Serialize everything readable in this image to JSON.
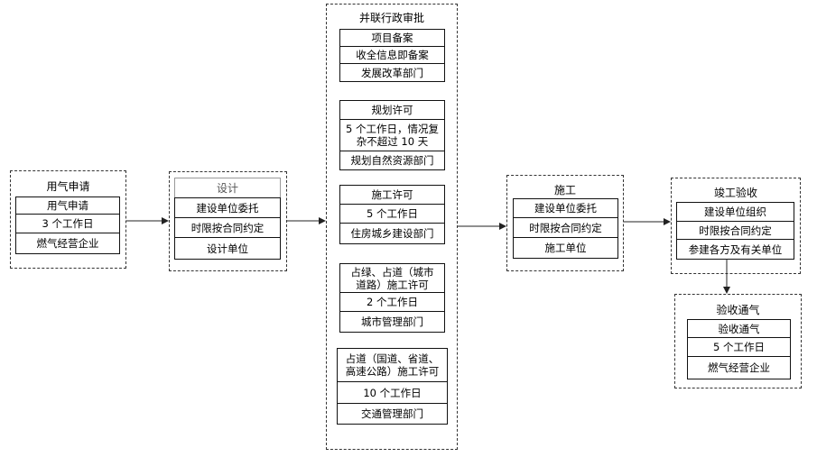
{
  "stages": {
    "apply": {
      "title": "用气申请",
      "rows": [
        "用气申请",
        "3 个工作日",
        "燃气经营企业"
      ]
    },
    "design": {
      "title": "设计",
      "rows": [
        "建设单位委托",
        "时限按合同约定",
        "设计单位"
      ]
    },
    "parallel": {
      "title": "并联行政审批",
      "filing": {
        "rows": [
          "项目备案",
          "收全信息即备案",
          "发展改革部门"
        ]
      },
      "planning": {
        "rows": [
          "规划许可",
          "5 个工作日，情况复\n杂不超过 10 天",
          "规划自然资源部门"
        ]
      },
      "construction_permit": {
        "rows": [
          "施工许可",
          "5 个工作日",
          "住房城乡建设部门"
        ]
      },
      "green_road": {
        "rows": [
          "占绿、占道（城市\n道路）施工许可",
          "2 个工作日",
          "城市管理部门"
        ]
      },
      "highway": {
        "rows": [
          "占道（国道、省道、\n高速公路）施工许可",
          "10 个工作日",
          "交通管理部门"
        ]
      }
    },
    "construction": {
      "title": "施工",
      "rows": [
        "建设单位委托",
        "时限按合同约定",
        "施工单位"
      ]
    },
    "acceptance": {
      "title": "竣工验收",
      "rows": [
        "建设单位组织",
        "时限按合同约定",
        "参建各方及有关单位"
      ]
    },
    "gas_acceptance": {
      "title": "验收通气",
      "rows": [
        "验收通气",
        "5 个工作日",
        "燃气经营企业"
      ]
    }
  }
}
